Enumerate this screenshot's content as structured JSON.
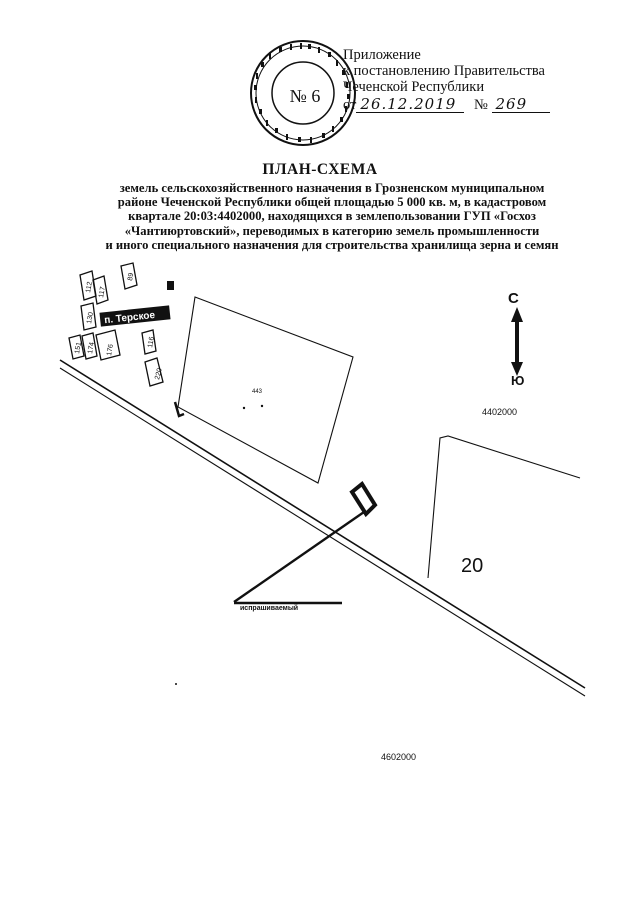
{
  "stamp": {
    "number_text": "№ 6"
  },
  "appendix": {
    "line1": "Приложение",
    "line2": "к постановлению Правительства",
    "line3": "Чеченской Республики",
    "date_prefix": "от",
    "date_value": "26.12.2019",
    "number_prefix": "№",
    "number_value": "269"
  },
  "document": {
    "title": "ПЛАН-СХЕМА",
    "description_lines": [
      "земель сельскохозяйственного назначения в Грозненском муниципальном",
      "районе Чеченской Республики общей площадью 5 000 кв. м, в кадастровом",
      "квартале 20:03:4402000, находящихся в землепользовании ГУП «Госхоз",
      "«Чантиюртовский», переводимых в категорию земель промышленности",
      "и иного специального назначения для строительства хранилища зерна и семян"
    ]
  },
  "map": {
    "parcel_numbers": [
      "112",
      "117",
      "89",
      "130",
      "151",
      "174",
      "176",
      "116",
      "220"
    ],
    "village_label": "п. Терское",
    "plot_label": "443",
    "compass_north": "С",
    "compass_south": "Ю",
    "quarter_label_1": "4402000",
    "region_number": "20",
    "quarter_label_2": "4602000",
    "callout_label": "испрашиваемый"
  },
  "colors": {
    "ink": "#111111",
    "background": "#ffffff"
  }
}
